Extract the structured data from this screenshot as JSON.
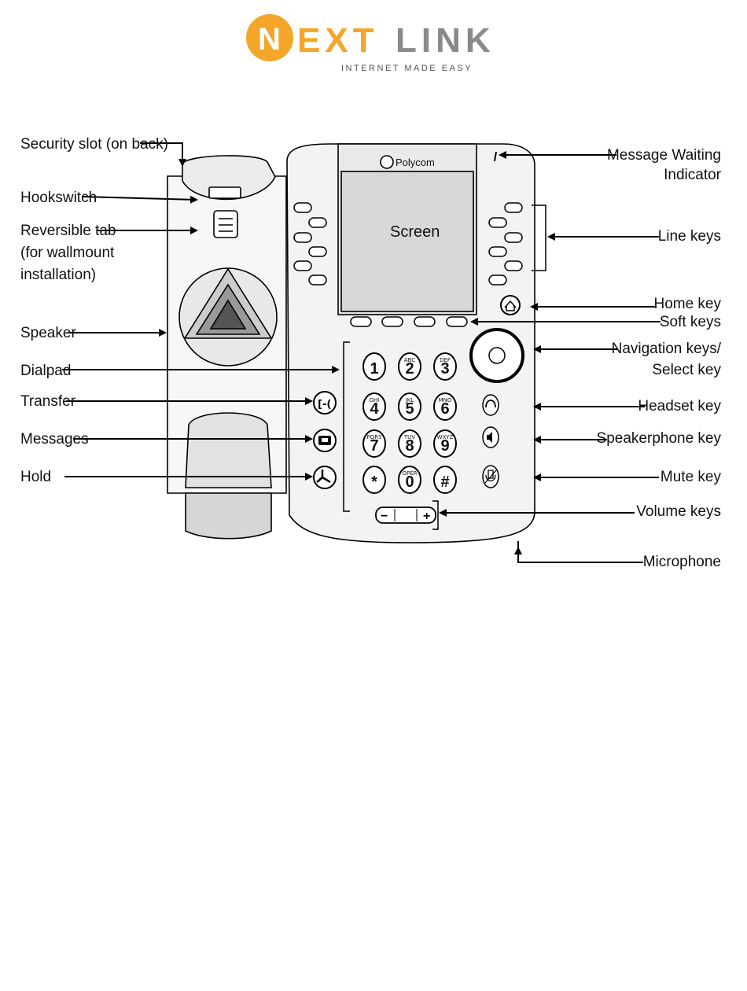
{
  "logo": {
    "name": "NEXTLINK",
    "tagline": "INTERNET MADE EASY",
    "accent_color": "#f3a62a"
  },
  "phone": {
    "brand": "Polycom",
    "screen_label": "Screen"
  },
  "callouts": {
    "security_slot": "Security slot (on back)",
    "hookswitch": "Hookswitch",
    "reversible_tab_1": "Reversible tab",
    "reversible_tab_2": "(for wallmount",
    "reversible_tab_3": "installation)",
    "speaker": "Speaker",
    "dialpad": "Dialpad",
    "transfer": "Transfer",
    "messages": "Messages",
    "hold": "Hold",
    "message_waiting_1": "Message Waiting",
    "message_waiting_2": "Indicator",
    "line_keys": "Line keys",
    "home_key": "Home key",
    "soft_keys": "Soft keys",
    "navigation_1": "Navigation keys/",
    "navigation_2": "Select key",
    "headset_key": "Headset key",
    "speakerphone_key": "Speakerphone key",
    "mute_key": "Mute key",
    "volume_keys": "Volume keys",
    "microphone": "Microphone"
  },
  "dialpad": {
    "keys": [
      {
        "digit": "1",
        "letters": ""
      },
      {
        "digit": "2",
        "letters": "ABC"
      },
      {
        "digit": "3",
        "letters": "DEF"
      },
      {
        "digit": "4",
        "letters": "GHI"
      },
      {
        "digit": "5",
        "letters": "JKL"
      },
      {
        "digit": "6",
        "letters": "MNO"
      },
      {
        "digit": "7",
        "letters": "PQRS"
      },
      {
        "digit": "8",
        "letters": "TUV"
      },
      {
        "digit": "9",
        "letters": "WXYZ"
      },
      {
        "digit": "*",
        "letters": ""
      },
      {
        "digit": "0",
        "letters": "OPER"
      },
      {
        "digit": "#",
        "letters": ""
      }
    ]
  },
  "volume": {
    "minus": "−",
    "plus": "+"
  },
  "icons": [
    "home-icon",
    "transfer-icon",
    "messages-icon",
    "hold-icon",
    "headset-icon",
    "speakerphone-icon",
    "mute-icon"
  ]
}
